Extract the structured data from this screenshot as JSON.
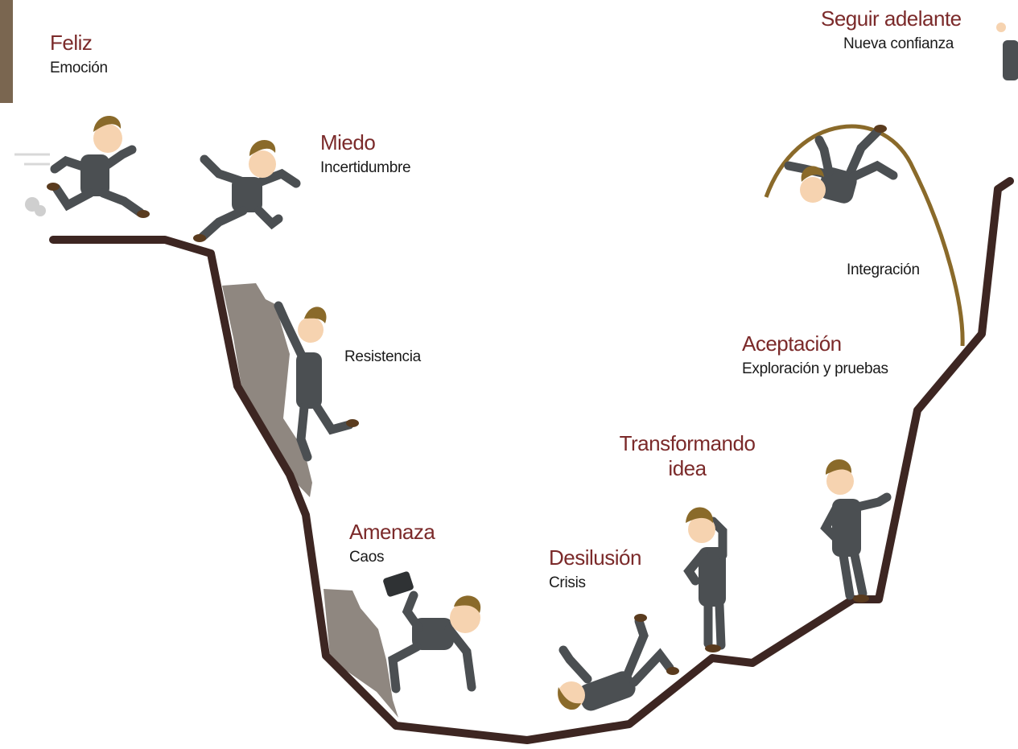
{
  "colors": {
    "stage_title": "#7b2a2a",
    "stage_subtitle": "#1a1a1a",
    "path": "#3d2622",
    "rock": "#8f8780",
    "pole": "#8a6a2a",
    "suit": "#4b4f52",
    "side_bar": "#7a6650"
  },
  "stages": {
    "feliz": {
      "title": "Feliz",
      "subtitle": "Emoción",
      "icon": "running-businessman-icon"
    },
    "miedo": {
      "title": "Miedo",
      "subtitle": "Incertidumbre",
      "icon": "leaping-businessman-icon"
    },
    "resistencia": {
      "subtitle": "Resistencia",
      "icon": "climbing-businessman-icon"
    },
    "amenaza": {
      "title": "Amenaza",
      "subtitle": "Caos",
      "icon": "falling-briefcase-businessman-icon"
    },
    "desilusion": {
      "title": "Desilusión",
      "subtitle": "Crisis",
      "icon": "fallen-businessman-icon"
    },
    "transformando": {
      "title_line1": "Transformando",
      "title_line2": "idea",
      "icon": "thinking-businessman-icon"
    },
    "aceptacion": {
      "title": "Aceptación",
      "subtitle": "Exploración y pruebas",
      "icon": "standing-businessman-icon"
    },
    "integracion": {
      "subtitle": "Integración",
      "icon": "pole-vault-businessman-icon"
    },
    "seguir": {
      "title": "Seguir adelante",
      "subtitle": "Nueva confianza"
    }
  }
}
